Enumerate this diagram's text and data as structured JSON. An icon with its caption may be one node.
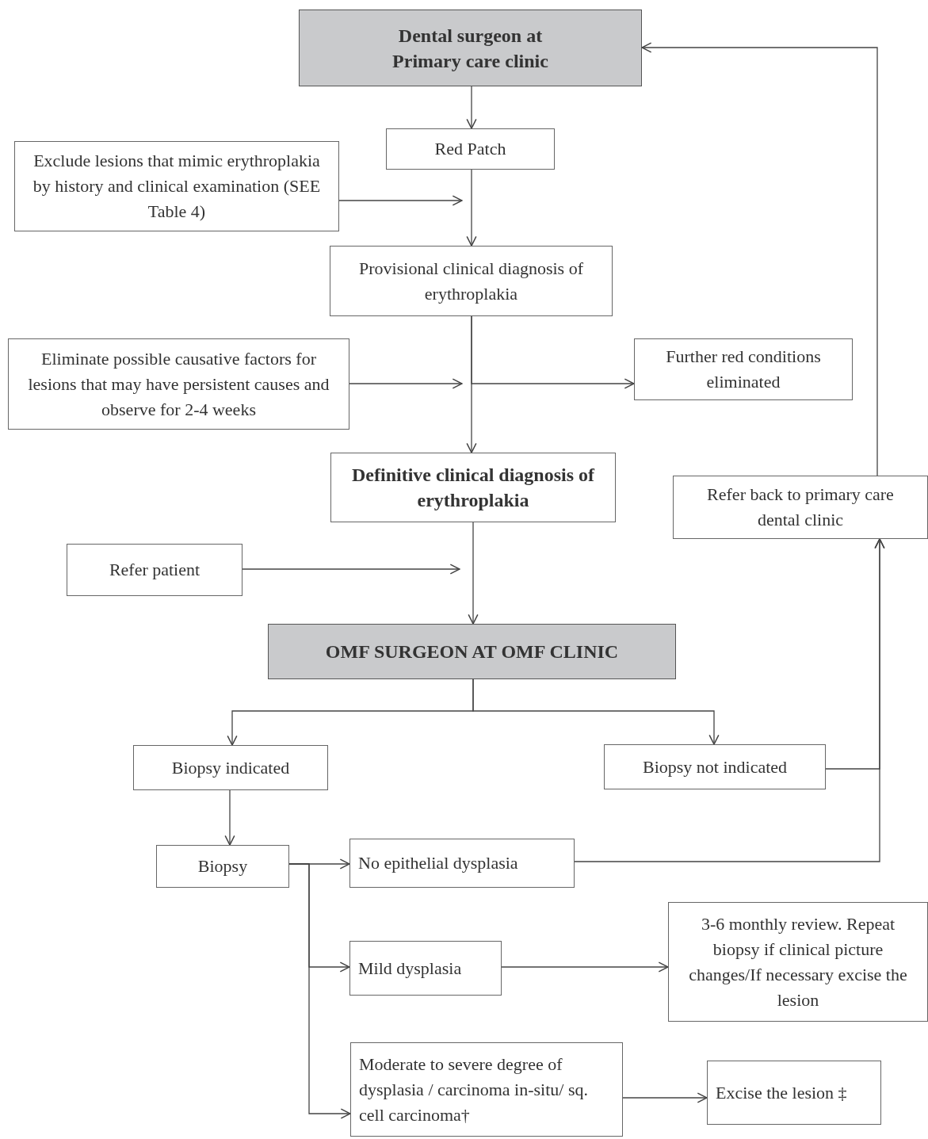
{
  "diagram": {
    "nodes": [
      {
        "text": [
          "Dental surgeon at Primary care clinic"
        ]
      },
      {
        "text": [
          "Red Patch"
        ]
      },
      {
        "text": [
          "Exclude lesions that mimic erythroplakia by history and clinical examination (SEE Table 4)"
        ]
      },
      {
        "text": [
          "Provisional clinical diagnosis of erythroplakia"
        ]
      },
      {
        "text": [
          "Eliminate possible causative factors for lesions that may have persistent causes and observe for 2-4 weeks"
        ]
      },
      {
        "text": [
          "Further red conditions eliminated"
        ]
      },
      {
        "text": [
          "Definitive clinical diagnosis of erythroplakia"
        ]
      },
      {
        "text": [
          "Refer back to primary care dental clinic"
        ]
      },
      {
        "text": [
          "Refer patient"
        ]
      },
      {
        "text": [
          "OMF SURGEON AT OMF CLINIC"
        ]
      },
      {
        "text": [
          "Biopsy indicated"
        ]
      },
      {
        "text": [
          "Biopsy not indicated"
        ]
      },
      {
        "text": [
          "Biopsy"
        ]
      },
      {
        "text": [
          "No epithelial dysplasia"
        ]
      },
      {
        "text": [
          "Mild dysplasia"
        ]
      },
      {
        "text": [
          "3-6 monthly review. Repeat biopsy  if clinical picture changes/If necessary excise the lesion"
        ]
      },
      {
        "text": [
          "Moderate to severe degree of dysplasia / carcinoma in-situ/ sq. cell carcinoma†"
        ]
      },
      {
        "text": [
          "Excise the lesion ‡"
        ]
      }
    ],
    "edges": [
      {
        "from": 0,
        "to": 1,
        "arrow": "to"
      },
      {
        "from": 1,
        "to": 3,
        "arrow": "to"
      },
      {
        "from": 2,
        "to": null,
        "arrow": "to"
      },
      {
        "from": 3,
        "to": 6,
        "arrow": "to"
      },
      {
        "from": 4,
        "to": null,
        "arrow": "to"
      },
      {
        "from": 3,
        "to": 5,
        "arrow": "to"
      },
      {
        "from": 6,
        "to": 9,
        "arrow": "to"
      },
      {
        "from": 8,
        "to": null,
        "arrow": "to"
      },
      {
        "from": 9,
        "to": 10,
        "arrow": "to"
      },
      {
        "from": 9,
        "to": 11,
        "arrow": "to"
      },
      {
        "from": 10,
        "to": 12,
        "arrow": "to"
      },
      {
        "from": 11,
        "to": 7,
        "arrow": "to"
      },
      {
        "from": 13,
        "to": 7,
        "arrow": "to"
      },
      {
        "from": 7,
        "to": 0,
        "arrow": "to"
      },
      {
        "from": 12,
        "to": 13,
        "arrow": "to"
      },
      {
        "from": 12,
        "to": 14,
        "arrow": "to"
      },
      {
        "from": 12,
        "to": 16,
        "arrow": "to"
      },
      {
        "from": 14,
        "to": 15,
        "arrow": "to"
      },
      {
        "from": 16,
        "to": 17,
        "arrow": "to"
      }
    ]
  }
}
